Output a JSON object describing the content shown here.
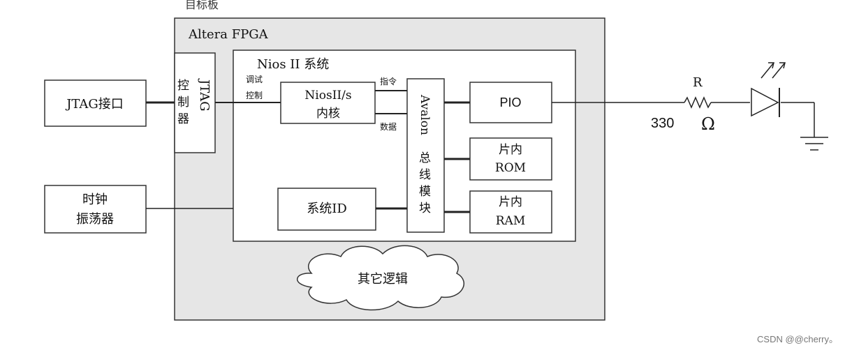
{
  "board_label": "目标板",
  "fpga": {
    "title": "Altera FPGA",
    "nios_system_title": "Nios II 系统",
    "jtag_controller": {
      "line1": "JTAG",
      "line2": "控",
      "line3": "制",
      "line4": "器"
    },
    "debug_control": {
      "line1": "调试",
      "line2": "控制"
    },
    "nios_core": {
      "line1": "NiosII/s",
      "line2": "内核"
    },
    "instruction_label": "指令",
    "data_label": "数据",
    "avalon_bus": {
      "latin": "Avalon",
      "c1": "总",
      "c2": "线",
      "c3": "模",
      "c4": "块"
    },
    "pio": "PIO",
    "rom": {
      "line1": "片内",
      "line2": "ROM"
    },
    "ram": {
      "line1": "片内",
      "line2": "RAM"
    },
    "system_id": "系统ID",
    "other_logic": "其它逻辑"
  },
  "external": {
    "jtag_interface": "JTAG接口",
    "oscillator": {
      "line1": "时钟",
      "line2": "振荡器"
    }
  },
  "circuit": {
    "resistor_label": "R",
    "resistor_value": "330",
    "ohm_symbol": "Ω"
  },
  "watermark": "CSDN @@cherry。"
}
